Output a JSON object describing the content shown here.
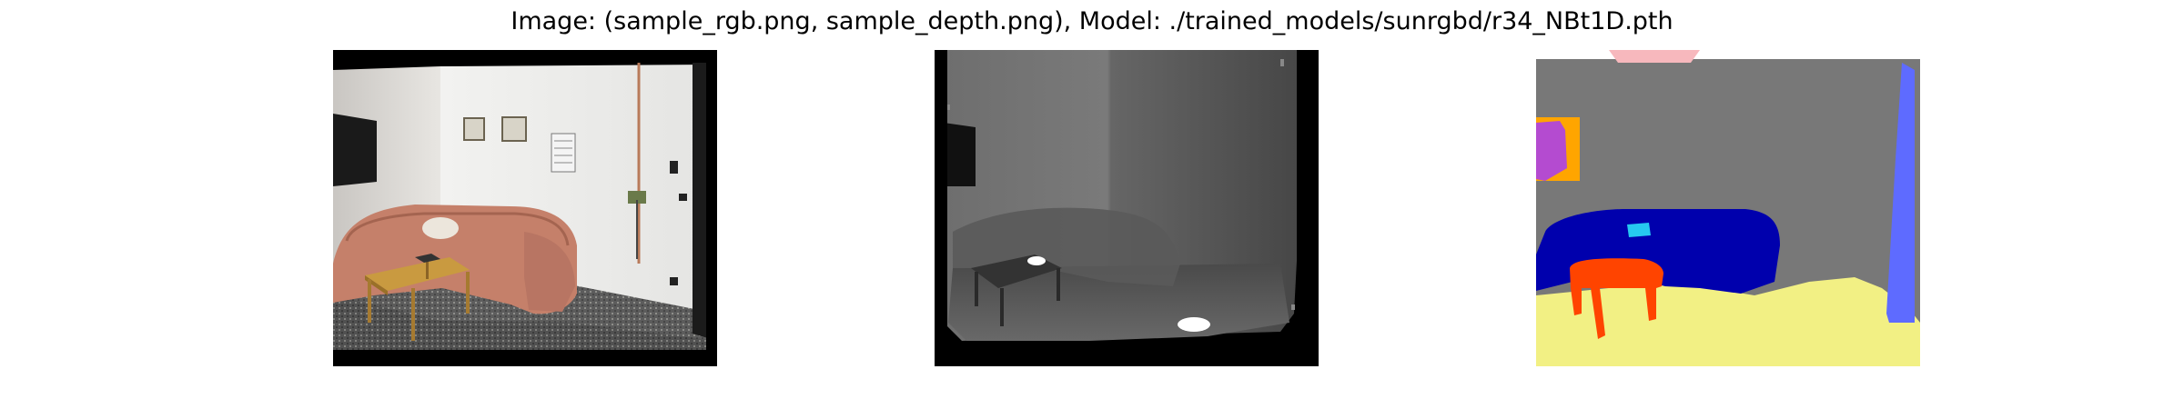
{
  "figure": {
    "title": "Image: (sample_rgb.png, sample_depth.png), Model: ./trained_models/sunrgbd/r34_NBt1D.pth"
  },
  "panels": [
    {
      "name": "rgb-image-panel",
      "kind": "photo"
    },
    {
      "name": "depth-image-panel",
      "kind": "depth-map"
    },
    {
      "name": "segmentation-image-panel",
      "kind": "semantic-segmentation"
    }
  ],
  "segmentation_colors": {
    "wall": "#787878",
    "floor": "#f2f084",
    "sofa": "#0000ad",
    "table": "#ff4400",
    "door": "#5e6bff",
    "picture": "#b44bd0",
    "picture_frame": "#ffa500",
    "pillow": "#26c8f0",
    "ceiling": "#f7b8bd",
    "unlabeled": "#ffffff"
  }
}
